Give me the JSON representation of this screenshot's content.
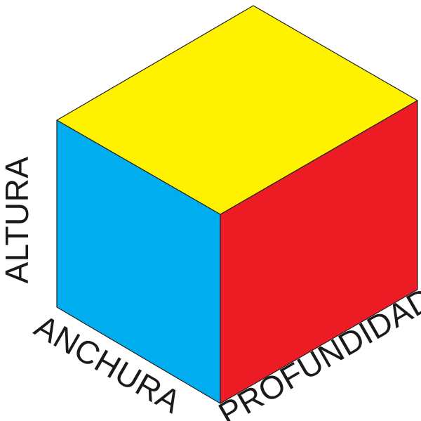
{
  "diagram": {
    "labels": {
      "height": "ALTURA",
      "width": "ANCHURA",
      "depth": "PROFUNDIDAD"
    },
    "faces": {
      "top": {
        "color": "#FFF200"
      },
      "left": {
        "color": "#00AEEF"
      },
      "right": {
        "color": "#ED1C24"
      }
    },
    "edge_color": "#231F20"
  }
}
